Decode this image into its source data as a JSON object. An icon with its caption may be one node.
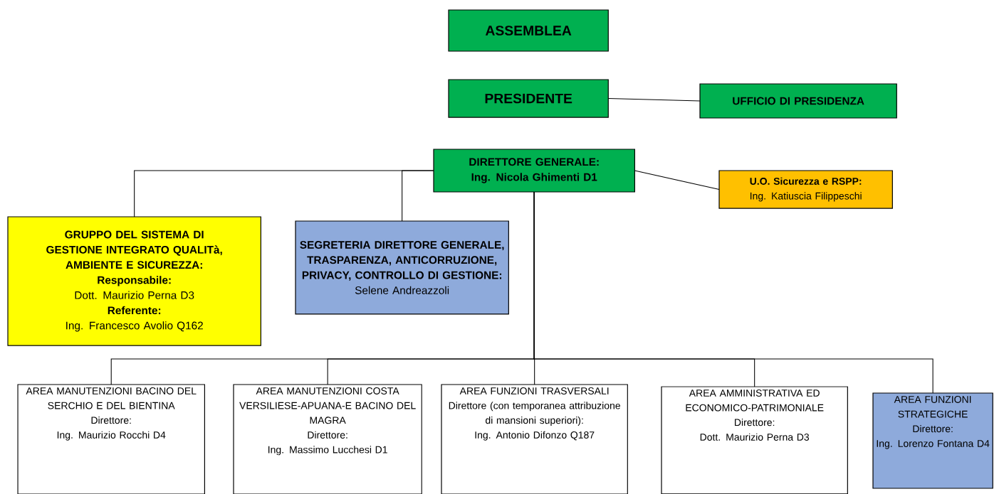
{
  "diagram": {
    "nodes": [
      {
        "text": [
          "ASSEMBLEA"
        ]
      },
      {
        "text": [
          "PRESIDENTE"
        ]
      },
      {
        "text": [
          "UFFICIO DI PRESIDENZA"
        ]
      },
      {
        "text": [
          "DIRETTORE GENERALE: Ing. Nicola Ghimenti D1"
        ]
      },
      {
        "text": [
          "U.O. Sicurezza e RSPP:",
          "Ing. Katiuscia Filippeschi"
        ]
      },
      {
        "text": [
          "GRUPPO DEL SISTEMA DI GESTIONE INTEGRATO QUALITà, AMBIENTE E SICUREZZA:",
          "Responsabile:",
          "Dott. Maurizio Perna D3",
          "Referente:",
          "Ing. Francesco Avolio Q162"
        ]
      },
      {
        "text": [
          "SEGRETERIA DIRETTORE GENERALE, TRASPARENZA, ANTICORRUZIONE, PRIVACY, CONTROLLO DI GESTIONE:",
          "Selene Andreazzoli"
        ]
      },
      {
        "text": [
          "AREA MANUTENZIONI BACINO DEL SERCHIO E DEL BIENTINA",
          "Direttore:",
          "Ing. Maurizio Rocchi D4"
        ]
      },
      {
        "text": [
          "AREA MANUTENZIONI COSTA VERSILIESE-APUANA-E BACINO DEL MAGRA",
          "Direttore:",
          "Ing. Massimo Lucchesi D1"
        ]
      },
      {
        "text": [
          "AREA FUNZIONI TRASVERSALI",
          "Direttore (con temporanea attribuzione di mansioni superiori):",
          "Ing. Antonio Difonzo Q187"
        ]
      },
      {
        "text": [
          "AREA AMMINISTRATIVA ED ECONOMICO-PATRIMONIALE",
          "Direttore:",
          "Dott. Maurizio Perna D3"
        ]
      },
      {
        "text": [
          "AREA FUNZIONI STRATEGICHE",
          "Direttore:",
          "Ing. Lorenzo Fontana D4"
        ]
      }
    ],
    "edges": [
      {
        "from": 1,
        "to": 2,
        "arrow": "none"
      },
      {
        "from": 3,
        "to": 4,
        "arrow": "none"
      },
      {
        "from": 3,
        "to": 5,
        "arrow": "none"
      },
      {
        "from": 3,
        "to": 6,
        "arrow": "none"
      },
      {
        "from": 3,
        "to": 7,
        "arrow": "none"
      },
      {
        "from": 3,
        "to": 8,
        "arrow": "none"
      },
      {
        "from": 3,
        "to": 9,
        "arrow": "none"
      },
      {
        "from": 3,
        "to": 10,
        "arrow": "none"
      },
      {
        "from": 3,
        "to": 11,
        "arrow": "none"
      }
    ]
  }
}
